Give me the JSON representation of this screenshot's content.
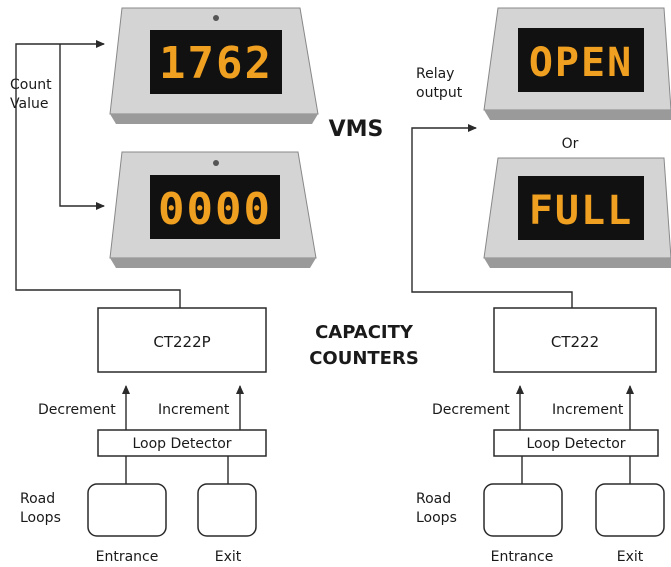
{
  "center": {
    "vms": "VMS",
    "capacity_line1": "CAPACITY",
    "capacity_line2": "COUNTERS",
    "or": "Or"
  },
  "left": {
    "side_label_line1": "Count",
    "side_label_line2": "Value",
    "display_top": "1762",
    "display_bottom": "0000",
    "counter": "CT222P",
    "decrement": "Decrement",
    "increment": "Increment",
    "loop_detector": "Loop Detector",
    "road_line1": "Road",
    "road_line2": "Loops",
    "entrance": "Entrance",
    "exit": "Exit"
  },
  "right": {
    "side_label_line1": "Relay",
    "side_label_line2": "output",
    "display_top": "OPEN",
    "display_bottom": "FULL",
    "counter": "CT222",
    "decrement": "Decrement",
    "increment": "Increment",
    "loop_detector": "Loop Detector",
    "road_line1": "Road",
    "road_line2": "Loops",
    "entrance": "Entrance",
    "exit": "Exit"
  },
  "colors": {
    "led": "#f0a020",
    "panel": "#111111",
    "housing": "#c9c9c9"
  }
}
